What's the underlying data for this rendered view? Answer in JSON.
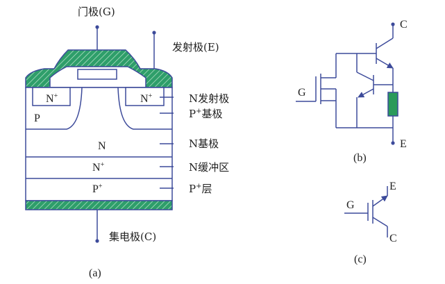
{
  "figure_a": {
    "terminals": {
      "gate": "门极(G)",
      "emitter": "发射极(E)",
      "collector": "集电极(C)"
    },
    "regions": {
      "n_plus_left": "N",
      "n_plus_right": "N",
      "plus_sign": "+",
      "p_well": "P",
      "n_drift": "N",
      "n_buffer": "N",
      "p_plus_layer": "P"
    },
    "labels": {
      "n_emitter": "N发射极",
      "p_base_prefix": "P",
      "p_base_suffix": "基极",
      "n_base": "N基极",
      "n_buffer": "N缓冲区",
      "p_layer_prefix": "P",
      "p_layer_suffix": "层"
    },
    "caption": "(a)"
  },
  "figure_b": {
    "collector": "C",
    "gate": "G",
    "emitter": "E",
    "caption": "(b)"
  },
  "figure_c": {
    "emitter": "E",
    "gate": "G",
    "collector": "C",
    "caption": "(c)"
  },
  "colors": {
    "line": "#3c4a9a",
    "hatch_green": "#2e9e6a",
    "resistor_green": "#2a9a5a"
  }
}
